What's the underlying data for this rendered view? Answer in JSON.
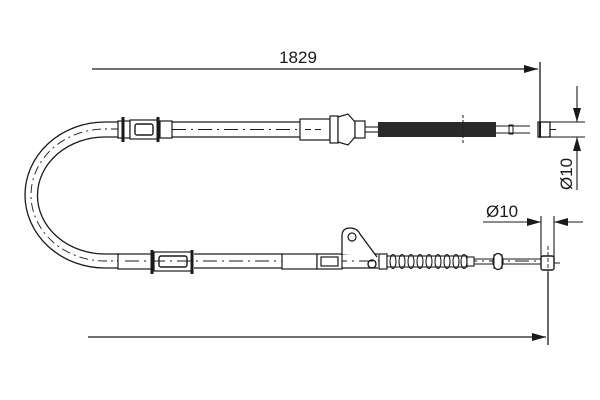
{
  "diagram": {
    "type": "brake-cable-technical-drawing",
    "dimensions": {
      "length": "1829",
      "top_end_diameter": "Ø10",
      "bottom_end_diameter": "Ø10"
    },
    "colors": {
      "line": "#1a1a1a",
      "background": "#ffffff"
    }
  }
}
